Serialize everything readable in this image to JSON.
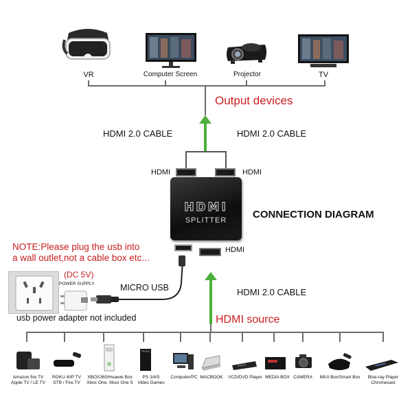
{
  "outputs": [
    {
      "label": "VR",
      "icon": "vr-headset-icon"
    },
    {
      "label": "Computer Screen",
      "icon": "monitor-icon"
    },
    {
      "label": "Projector",
      "icon": "projector-icon"
    },
    {
      "label": "TV",
      "icon": "tv-icon"
    }
  ],
  "output_title": "Output devices",
  "cable_top_left": "HDMI 2.0 CABLE",
  "cable_top_right": "HDMI 2.0 CABLE",
  "port_left": "HDMI",
  "port_right": "HDMI",
  "port_input": "HDMI",
  "splitter_brand": "HDMI",
  "splitter_label": "SPLITTER",
  "diagram_title": "CONNECTION DIAGRAM",
  "note_line1": "NOTE:Please plug the usb into",
  "note_line2": "a wall outlet,not a cable box etc...",
  "dc_label": "(DC 5V)",
  "power_supply_label": "POWER SUPPLY",
  "micro_usb": "MICRO USB",
  "cable_bottom": "HDMI 2.0 CABLE",
  "adapter_note": "usb power adapter not included",
  "source_title": "HDMI source",
  "sources": [
    {
      "line1": "Amazon fire TV",
      "line2": "Apple TV / LE TV",
      "icon": "streaming-box-icon"
    },
    {
      "line1": "ROKU 4/IP TV",
      "line2": "STB / Fire.TV",
      "icon": "roku-icon"
    },
    {
      "line1": "XBOX360/Huawei Box",
      "line2": "Xbox One, Xbox One S",
      "icon": "xbox-icon"
    },
    {
      "line1": "PS 3/4/5",
      "line2": "Video Games",
      "icon": "playstation-icon"
    },
    {
      "line1": "Computer/PC",
      "line2": "",
      "icon": "computer-icon"
    },
    {
      "line1": "MACBOOK",
      "line2": "",
      "icon": "laptop-icon"
    },
    {
      "line1": "VCD/DVD Player",
      "line2": "",
      "icon": "dvd-player-icon"
    },
    {
      "line1": "MEDIA BOX",
      "line2": "",
      "icon": "media-box-icon"
    },
    {
      "line1": "CAMERA",
      "line2": "",
      "icon": "camera-icon"
    },
    {
      "line1": "MIUI Box/Smart Box",
      "line2": "",
      "icon": "smart-box-icon"
    },
    {
      "line1": "Blue-ray Player",
      "line2": "Chromecast",
      "icon": "bluray-icon"
    }
  ],
  "colors": {
    "accent_red": "#c81e1e",
    "arrow_green": "#4caf3a",
    "line_gray": "#6b6b6b"
  }
}
